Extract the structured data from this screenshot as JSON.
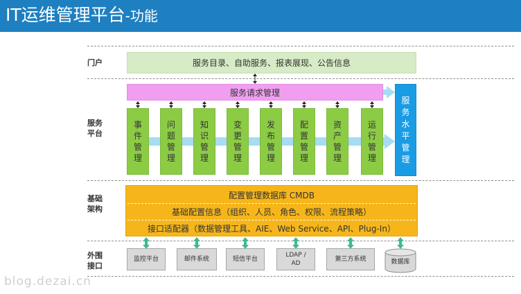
{
  "title": {
    "main": "IT运维管理平台",
    "sub": "-功能"
  },
  "rows": {
    "portal": "门户",
    "service_platform": [
      "服务",
      "平台"
    ],
    "infrastructure": [
      "基础",
      "架构"
    ],
    "external": [
      "外围",
      "接口"
    ]
  },
  "portal_box": "服务目录、自助服务、报表展现、公告信息",
  "service_request": "服务请求管理",
  "service_level": [
    "服",
    "务",
    "水",
    "平",
    "管",
    "理"
  ],
  "modules": [
    [
      "事",
      "件",
      "管",
      "理"
    ],
    [
      "问",
      "题",
      "管",
      "理"
    ],
    [
      "知",
      "识",
      "管",
      "理"
    ],
    [
      "变",
      "更",
      "管",
      "理"
    ],
    [
      "发",
      "布",
      "管",
      "理"
    ],
    [
      "配",
      "置",
      "管",
      "理"
    ],
    [
      "资",
      "产",
      "管",
      "理"
    ],
    [
      "运",
      "行",
      "管",
      "理"
    ]
  ],
  "cmdb": {
    "title": "配置管理数据库 CMDB",
    "basic": "基础配置信息（组织、人员、角色、权限、流程策略）",
    "adapter": "接口适配器（数据管理工具、AIE、Web Service、API、Plug-In）"
  },
  "interfaces": [
    "监控平台",
    "邮件系统",
    "短信平台",
    "LDAP /\nAD",
    "第三方系统",
    "数据库"
  ],
  "colors": {
    "title_bar": "#1e7fc1",
    "portal": "#d6ebc6",
    "service_request": "#f09ff0",
    "modules": "#8ccc45",
    "service_level": "#1a9ce4",
    "cmdb": "#f6b61b",
    "arrows": "#3fb98c"
  },
  "watermark": "blog.dezai.cn"
}
